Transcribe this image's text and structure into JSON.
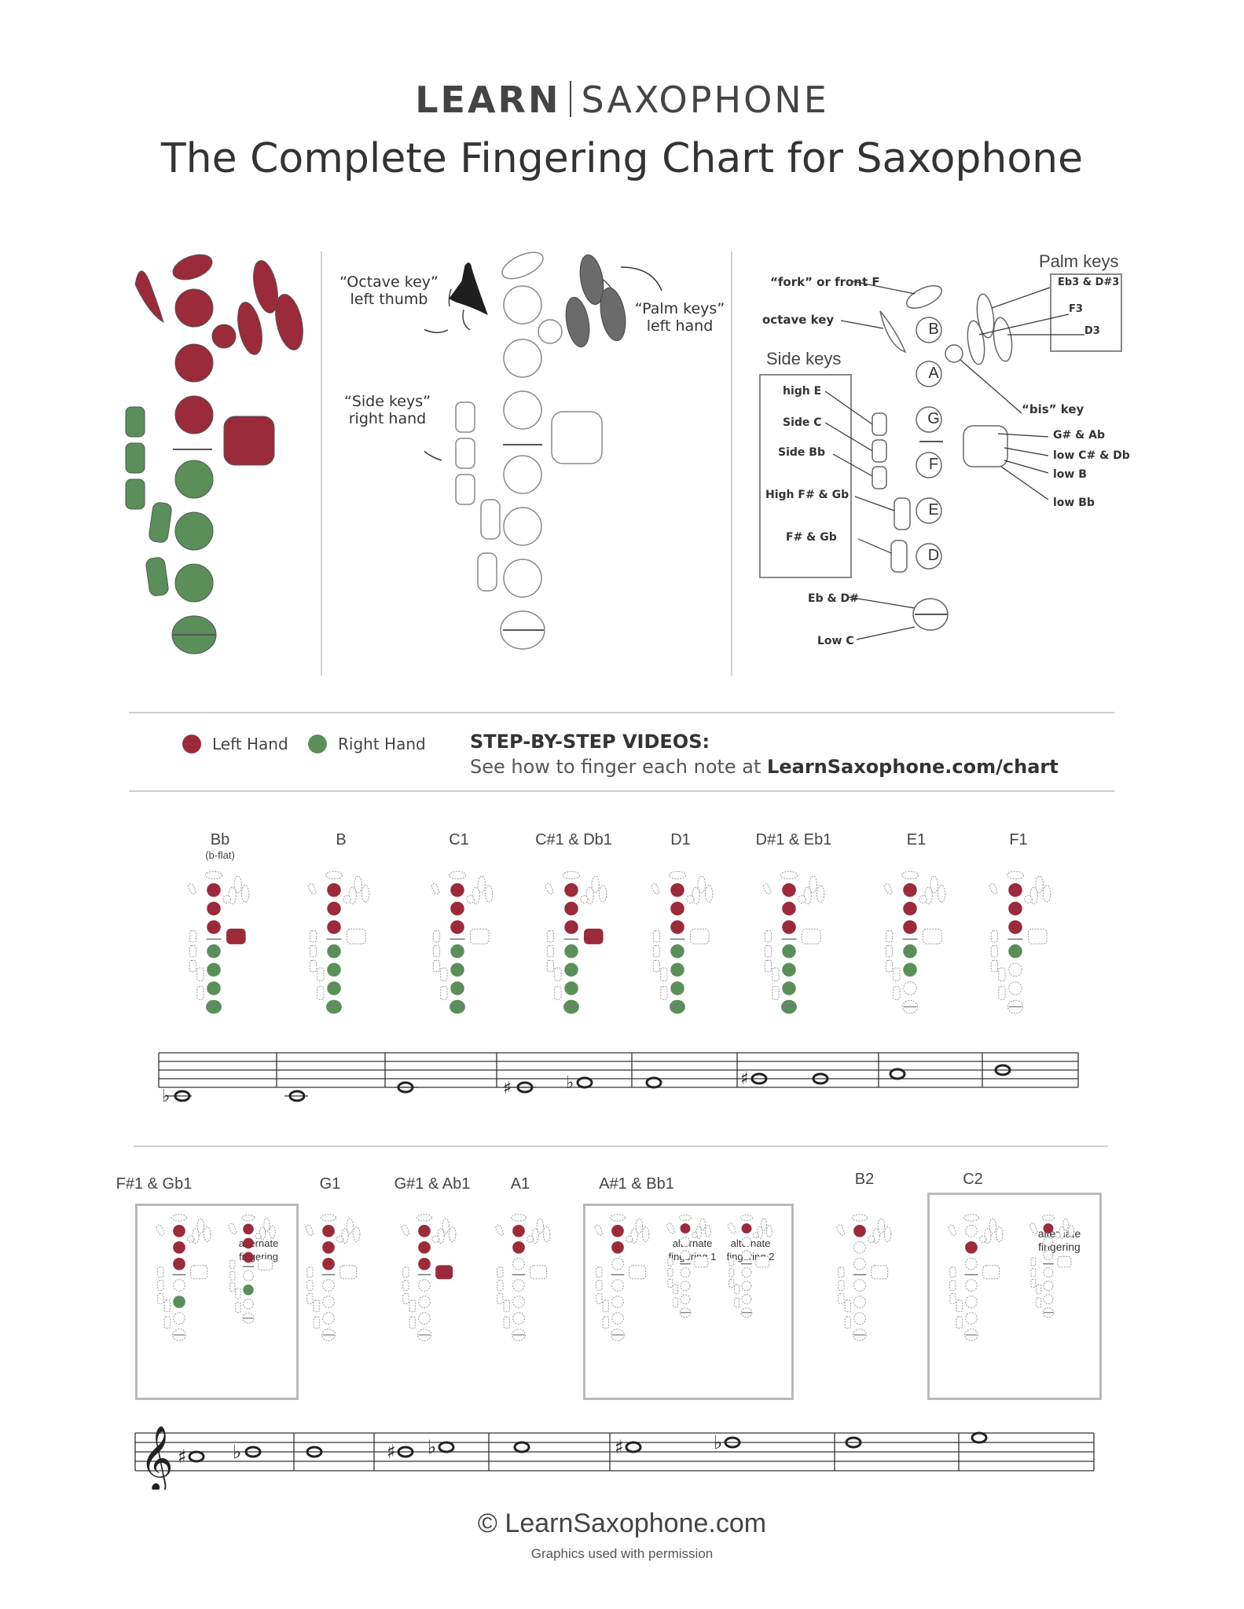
{
  "brand": {
    "left": "LEARN",
    "right": "SAXOPHONE"
  },
  "title": "The Complete Fingering Chart for Saxophone",
  "diagram_middle": {
    "octave_key": "“Octave key”",
    "octave_key_sub": "left thumb",
    "palm_keys": "“Palm keys”",
    "palm_keys_sub": "left hand",
    "side_keys": "“Side keys”",
    "side_keys_sub": "right hand"
  },
  "diagram_right": {
    "palm_keys_heading": "Palm keys",
    "side_keys_heading": "Side keys",
    "fork": "“fork” or front F",
    "octave": "octave key",
    "bis": "“bis” key",
    "eb3": "Eb3 & D#3",
    "f3": "F3",
    "d3": "D3",
    "high_e": "high E",
    "side_c": "Side C",
    "side_bb": "Side Bb",
    "high_fs": "High F# & Gb",
    "fs_gb": "F# & Gb",
    "gs_ab": "G# & Ab",
    "low_cs": "low C# & Db",
    "low_b": "low B",
    "low_bb": "low Bb",
    "eb_ds": "Eb & D#",
    "low_c": "Low C",
    "letters": [
      "B",
      "A",
      "G",
      "F",
      "E",
      "D"
    ]
  },
  "legend": {
    "left_hand": "Left Hand",
    "right_hand": "Right Hand",
    "left_color": "#9b2a3a",
    "right_color": "#5a8f5a"
  },
  "videos": {
    "heading": "STEP-BY-STEP VIDEOS:",
    "text": "See how to finger each note at ",
    "link": "LearnSaxophone.com/chart"
  },
  "row1": [
    {
      "name": "Bb",
      "sub": "(b-flat)"
    },
    {
      "name": "B",
      "sub": ""
    },
    {
      "name": "C1",
      "sub": ""
    },
    {
      "name": "C#1 & Db1",
      "sub": ""
    },
    {
      "name": "D1",
      "sub": ""
    },
    {
      "name": "D#1 & Eb1",
      "sub": ""
    },
    {
      "name": "E1",
      "sub": ""
    },
    {
      "name": "F1",
      "sub": ""
    }
  ],
  "row2": [
    {
      "name": "F#1 & Gb1"
    },
    {
      "name": "G1"
    },
    {
      "name": "G#1 & Ab1"
    },
    {
      "name": "A1"
    },
    {
      "name": "A#1 & Bb1"
    },
    {
      "name": "B2"
    },
    {
      "name": "C2"
    }
  ],
  "alt": {
    "alternate_fingering": "alternate fingering",
    "alternate_fingering_1": "alternate fingering 1",
    "alternate_fingering_2": "alternate fingering 2"
  },
  "footer": {
    "copyright": "© LearnSaxophone.com",
    "permission": "Graphics used with permission"
  }
}
